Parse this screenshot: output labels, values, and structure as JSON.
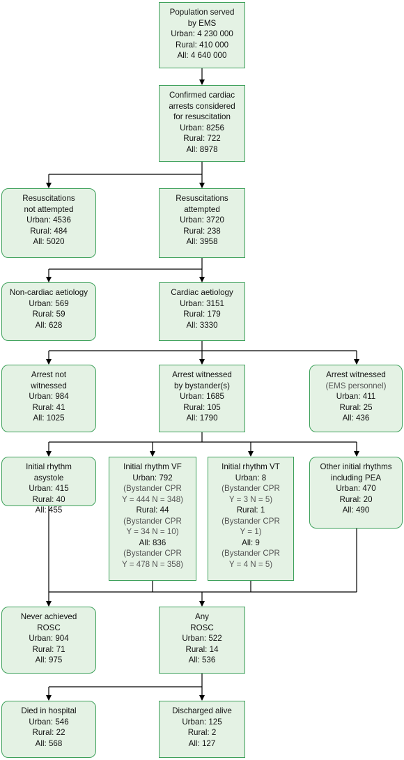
{
  "boxes": {
    "population": [
      "Population served",
      "by EMS",
      "Urban: 4 230 000",
      "Rural: 410 000",
      "All: 4 640 000"
    ],
    "confirmed": [
      "Confirmed cardiac",
      "arrests considered",
      "for resuscitation",
      "Urban: 8256",
      "Rural: 722",
      "All: 8978"
    ],
    "not_attempted": [
      "Resuscitations",
      "not attempted",
      "Urban: 4536",
      "Rural: 484",
      "All: 5020"
    ],
    "attempted": [
      "Resuscitations",
      "attempted",
      "Urban: 3720",
      "Rural: 238",
      "All: 3958"
    ],
    "non_cardiac": [
      "Non-cardiac aetiology",
      "Urban: 569",
      "Rural: 59",
      "All: 628"
    ],
    "cardiac": [
      "Cardiac aetiology",
      "Urban: 3151",
      "Rural: 179",
      "All: 3330"
    ],
    "not_witnessed": [
      "Arrest not",
      "witnessed",
      "Urban: 984",
      "Rural: 41",
      "All: 1025"
    ],
    "bystander_witnessed": [
      "Arrest witnessed",
      "by bystander(s)",
      "Urban: 1685",
      "Rural: 105",
      "All: 1790"
    ],
    "ems_witnessed": [
      "Arrest witnessed",
      "(EMS personnel)",
      "Urban: 411",
      "Rural: 25",
      "All: 436"
    ],
    "asystole": [
      "Initial rhythm",
      "asystole",
      "Urban: 415",
      "Rural: 40",
      "All: 455"
    ],
    "vf": [
      "Initial rhythm VF",
      "Urban: 792",
      "(Bystander CPR",
      "Y = 444 N = 348)",
      "Rural: 44",
      "(Bystander CPR",
      "Y = 34 N = 10)",
      "All: 836",
      "(Bystander CPR",
      "Y = 478 N = 358)"
    ],
    "vt": [
      "Initial rhythm VT",
      "Urban: 8",
      "(Bystander CPR",
      "Y = 3 N = 5)",
      "Rural: 1",
      "(Bystander CPR",
      "Y = 1)",
      "All: 9",
      "(Bystander CPR",
      "Y = 4 N = 5)"
    ],
    "other_rhythms": [
      "Other initial rhythms",
      "including PEA",
      "Urban: 470",
      "Rural: 20",
      "All: 490"
    ],
    "never_rosc": [
      "Never achieved",
      "ROSC",
      "Urban: 904",
      "Rural: 71",
      "All: 975"
    ],
    "any_rosc": [
      "Any",
      "ROSC",
      "Urban: 522",
      "Rural: 14",
      "All: 536"
    ],
    "died": [
      "Died in hospital",
      "Urban: 546",
      "Rural: 22",
      "All: 568"
    ],
    "discharged": [
      "Discharged alive",
      "Urban: 125",
      "Rural: 2",
      "All: 127"
    ]
  },
  "colors": {
    "fill": "#e4f2e4",
    "border": "#3da05a",
    "line": "#000000"
  }
}
